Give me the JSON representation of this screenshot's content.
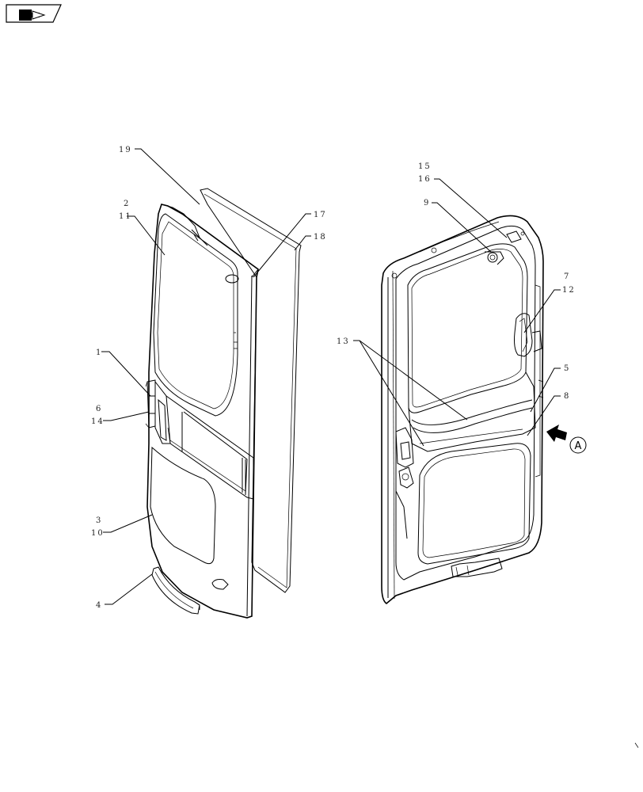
{
  "nav_icon": "book-arrow-icon",
  "view_marker": "A",
  "callouts": {
    "c19": "19",
    "c2": "2",
    "c11": "11",
    "c17": "17",
    "c18": "18",
    "c1": "1",
    "c6": "6",
    "c14": "14",
    "c3": "3",
    "c10": "10",
    "c4": "4",
    "c15": "15",
    "c16": "16",
    "c9": "9",
    "c7": "7",
    "c12": "12",
    "c13": "13",
    "c5": "5",
    "c8": "8"
  }
}
